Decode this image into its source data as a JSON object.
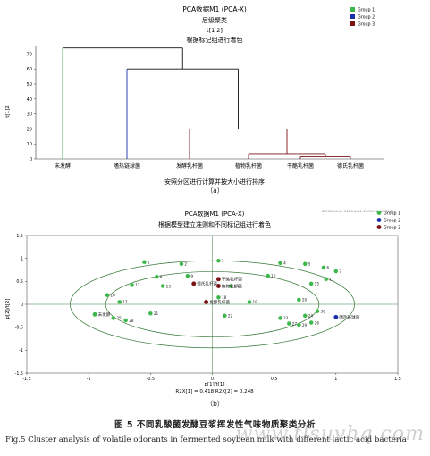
{
  "panel_a": {
    "label": "（a）"
  },
  "panel_b": {
    "label": "（b）"
  },
  "caption": {
    "cn": "图 5   不同乳酸菌发酵豆浆挥发性气味物质聚类分析",
    "en": "Fig.5   Cluster analysis of volatile odorants in fermented soybean milk with different lactic acid bacteria"
  },
  "watermark": "www.tlsuvhq.com",
  "colors": {
    "group1": "#3cb84a",
    "group2": "#1a2fa8",
    "group3": "#7a1414",
    "axis": "#333333"
  },
  "chart_data": [
    {
      "type": "dendrogram",
      "title": "PCA数据M1 (PCA-X)",
      "subtitle": "层级聚类",
      "subtitle2": "t[1 2]",
      "subtitle3": "根据标记组进行着色",
      "xlabel": "安照分区进行计算并按大小进行排序",
      "ylabel": "t[1]2",
      "ylim": [
        0,
        75
      ],
      "yticks": [
        0,
        10,
        20,
        30,
        40,
        50,
        60,
        70
      ],
      "leaves": [
        "未发酵",
        "嗜热链球菌",
        "发酵乳杆菌",
        "植物乳杆菌",
        "干酪乳杆菌",
        "德氏乳杆菌"
      ],
      "merges": [
        {
          "left": "干酪乳杆菌",
          "right": "德氏乳杆菌",
          "height": 1.5,
          "group": "Group 3"
        },
        {
          "left": "植物乳杆菌",
          "right": "干酪乳杆菌+德氏乳杆菌",
          "height": 3,
          "group": "Group 3"
        },
        {
          "left": "发酵乳杆菌",
          "right": "植物乳杆菌+干酪乳杆菌+德氏乳杆菌",
          "height": 20,
          "group": "Group 3"
        },
        {
          "left": "嗜热链球菌",
          "right": "发酵乳杆菌+...",
          "height": 60,
          "group": "Group 2"
        },
        {
          "left": "未发酵",
          "right": "其余",
          "height": 74,
          "group": "Group 1"
        }
      ],
      "legend": [
        "Group 1",
        "Group 2",
        "Group 3"
      ],
      "legend_placement": "top-right"
    },
    {
      "type": "scatter",
      "title": "PCA数据M1 (PCA-X)",
      "subtitle": "根据模型建立准则和不同标记组进行着色",
      "xlabel": "p[1]/t[1]",
      "ylabel": "p[2]/t[2]",
      "footer": "R2X[1] = 0.418   R2X[2] = 0.248",
      "corner_text": "SIMCA 14.1 - 2020-4-11 17:33:51 (UTC+8)",
      "xlim": [
        -1.5,
        1.5
      ],
      "ylim": [
        -1.5,
        1.5
      ],
      "xticks": [
        -1.5,
        -1,
        -0.5,
        0,
        0.5,
        1,
        1.5
      ],
      "yticks": [
        -1.5,
        -1,
        -0.5,
        0,
        0.5,
        1,
        1.5
      ],
      "legend": [
        "Group 1",
        "Group 2",
        "Group 3"
      ],
      "legend_placement": "top-right",
      "points": [
        {
          "label": "1",
          "x": -0.55,
          "y": 0.92,
          "group": "Group 1"
        },
        {
          "label": "2",
          "x": -0.25,
          "y": 0.88,
          "group": "Group 1"
        },
        {
          "label": "3",
          "x": 0.05,
          "y": 0.95,
          "group": "Group 1"
        },
        {
          "label": "4",
          "x": 0.55,
          "y": 0.9,
          "group": "Group 1"
        },
        {
          "label": "5",
          "x": 0.75,
          "y": 0.88,
          "group": "Group 1"
        },
        {
          "label": "6",
          "x": 0.9,
          "y": 0.8,
          "group": "Group 1"
        },
        {
          "label": "7",
          "x": 1.0,
          "y": 0.72,
          "group": "Group 1"
        },
        {
          "label": "8",
          "x": -0.45,
          "y": 0.6,
          "group": "Group 1"
        },
        {
          "label": "9",
          "x": -0.2,
          "y": 0.62,
          "group": "Group 1"
        },
        {
          "label": "10",
          "x": 0.45,
          "y": 0.62,
          "group": "Group 1"
        },
        {
          "label": "11",
          "x": 0.92,
          "y": 0.55,
          "group": "Group 1"
        },
        {
          "label": "12",
          "x": -0.65,
          "y": 0.42,
          "group": "Group 1"
        },
        {
          "label": "13",
          "x": -0.4,
          "y": 0.4,
          "group": "Group 1"
        },
        {
          "label": "14",
          "x": 0.15,
          "y": 0.4,
          "group": "Group 1"
        },
        {
          "label": "15",
          "x": 0.8,
          "y": 0.45,
          "group": "Group 1"
        },
        {
          "label": "16",
          "x": -0.85,
          "y": 0.2,
          "group": "Group 1"
        },
        {
          "label": "17",
          "x": -0.75,
          "y": 0.05,
          "group": "Group 1"
        },
        {
          "label": "18",
          "x": 0.05,
          "y": 0.15,
          "group": "Group 1"
        },
        {
          "label": "19",
          "x": 0.3,
          "y": 0.05,
          "group": "Group 1"
        },
        {
          "label": "20",
          "x": 0.7,
          "y": 0.1,
          "group": "Group 1"
        },
        {
          "label": "21",
          "x": -0.5,
          "y": -0.2,
          "group": "Group 1"
        },
        {
          "label": "22",
          "x": 0.1,
          "y": -0.25,
          "group": "Group 1"
        },
        {
          "label": "23",
          "x": 0.55,
          "y": -0.3,
          "group": "Group 1"
        },
        {
          "label": "24",
          "x": 0.75,
          "y": -0.25,
          "group": "Group 1"
        },
        {
          "label": "25",
          "x": -0.8,
          "y": -0.3,
          "group": "Group 1"
        },
        {
          "label": "26",
          "x": 0.8,
          "y": -0.4,
          "group": "Group 1"
        },
        {
          "label": "27",
          "x": 0.62,
          "y": -0.42,
          "group": "Group 1"
        },
        {
          "label": "28",
          "x": -0.7,
          "y": -0.35,
          "group": "Group 1"
        },
        {
          "label": "29",
          "x": 0.7,
          "y": -0.45,
          "group": "Group 1"
        },
        {
          "label": "30",
          "x": 0.85,
          "y": -0.15,
          "group": "Group 1"
        },
        {
          "label": "未发酵",
          "x": -0.95,
          "y": -0.22,
          "group": "Group 1"
        },
        {
          "label": "嗜热链球菌",
          "x": 1.0,
          "y": -0.28,
          "group": "Group 2"
        },
        {
          "label": "德氏乳杆菌",
          "x": -0.15,
          "y": 0.45,
          "group": "Group 3"
        },
        {
          "label": "植物乳杆菌",
          "x": 0.05,
          "y": 0.4,
          "group": "Group 3"
        },
        {
          "label": "干酪乳杆菌",
          "x": 0.05,
          "y": 0.55,
          "group": "Group 3"
        },
        {
          "label": "发酵乳杆菌",
          "x": -0.05,
          "y": 0.05,
          "group": "Group 3"
        }
      ]
    }
  ]
}
